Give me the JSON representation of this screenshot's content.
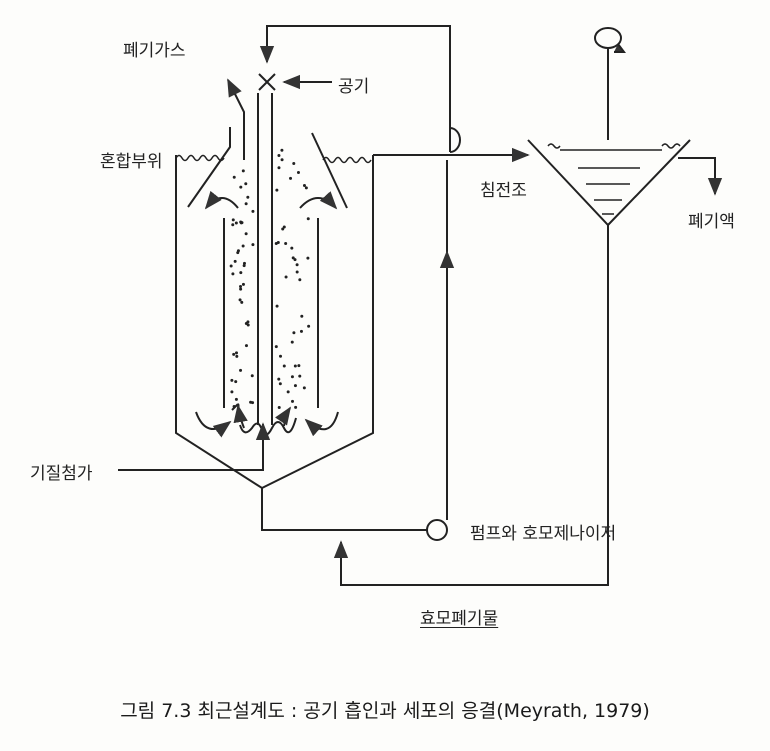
{
  "labels": {
    "waste_gas": "폐기가스",
    "air": "공기",
    "mixing_zone": "혼합부위",
    "settling_tank": "침전조",
    "waste_liquid": "폐기액",
    "substrate_addition": "기질첨가",
    "pump_homogenizer": "펌프와 호모제나이저",
    "yeast_waste": "효모폐기물"
  },
  "caption": "그림 7.3 최근설계도 : 공기 흡인과 세포의 응결(Meyrath, 1979)",
  "colors": {
    "line": "#222222",
    "background": "#fdfdfb"
  }
}
